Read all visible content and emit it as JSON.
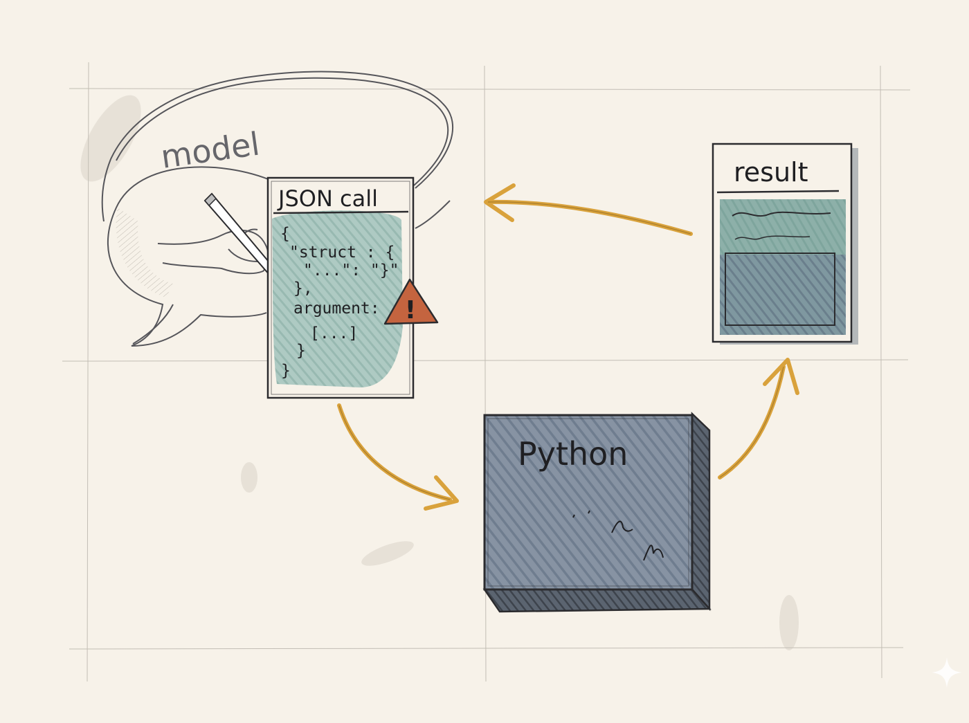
{
  "colors": {
    "paper": "#f7f2e9",
    "grid": "#b9b4ab",
    "ink": "#26262a",
    "teal_fill": "#8fb5ae",
    "slate_fill": "#6f7e90",
    "arrow": "#d9a23c",
    "warning": "#c4643f"
  },
  "icons": {
    "pencil": "pencil-icon",
    "warning": "warning-triangle-icon",
    "sparkle": "sparkle-icon"
  },
  "model": {
    "label": "model"
  },
  "json_card": {
    "title": "JSON call",
    "code_lines": [
      "{",
      "\"struct : {",
      "\"...\": \"}\"",
      "},",
      "argument:",
      "[...]",
      "}",
      "}"
    ],
    "warning_symbol": "!"
  },
  "python_box": {
    "label": "Python"
  },
  "result_card": {
    "title": "result"
  }
}
